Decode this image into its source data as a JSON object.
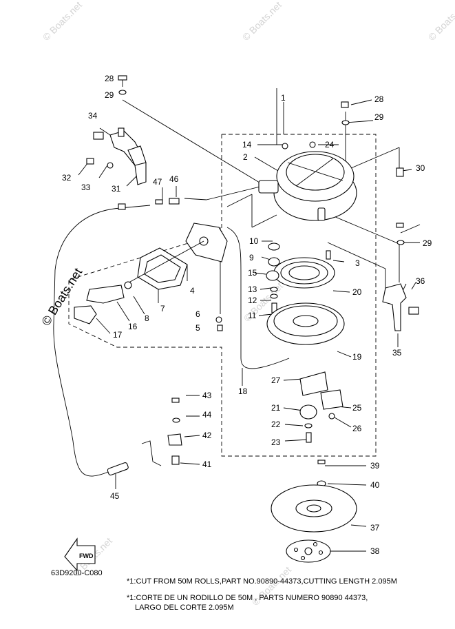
{
  "diagram": {
    "code": "63D9200-C080",
    "fwd": "FWD",
    "watermark": "© Boats.net",
    "watermark_large": "© Boats.net",
    "notes": [
      "*1:CUT FROM 50M ROLLS,PART NO.90890-44373,CUTTING LENGTH 2.095M",
      "*1:CORTE DE UN RODILLO DE 50M , PARTS NUMERO 90890 44373,",
      "LARGO DEL CORTE 2.095M"
    ],
    "callouts": [
      "1",
      "2",
      "3",
      "4",
      "5",
      "6",
      "7",
      "8",
      "9",
      "10",
      "11",
      "12",
      "13",
      "14",
      "15",
      "16",
      "17",
      "18",
      "19",
      "20",
      "21",
      "22",
      "23",
      "24",
      "25",
      "26",
      "27",
      "28",
      "28",
      "29",
      "29",
      "29",
      "30",
      "31",
      "32",
      "33",
      "34",
      "35",
      "36",
      "37",
      "38",
      "39",
      "40",
      "41",
      "42",
      "43",
      "44",
      "45",
      "46",
      "47"
    ]
  }
}
